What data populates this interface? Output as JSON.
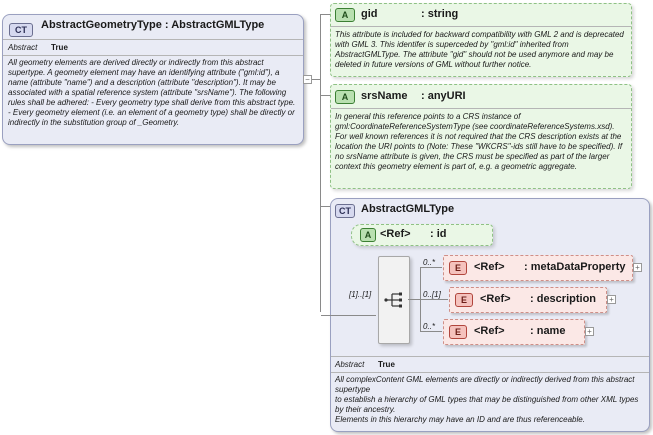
{
  "main_type": {
    "badge": "CT",
    "title": "AbstractGeometryType : AbstractGMLType",
    "abstract_label": "Abstract",
    "abstract_value": "True",
    "description": "All geometry elements are derived directly or indirectly from this abstract supertype. A geometry element may have an identifying attribute (\"gml:id\"), a name (attribute \"name\") and a description (attribute \"description\"). It may be associated with a spatial reference system (attribute \"srsName\"). The following rules shall be adhered: - Every geometry type shall derive from this abstract type. - Every geometry element (i.e. an element of a geometry type) shall be directly or indirectly in the substitution group of _Geometry."
  },
  "attributes": [
    {
      "badge": "A",
      "name": "gid",
      "type": ": string",
      "description": "This attribute is included for backward compatibility with GML 2 and is deprecated with GML 3. This identifer is superceded by \"gml:id\" inherited from AbstractGMLType. The attribute \"gid\" should not be used anymore and may be deleted in future versions of GML without further notice."
    },
    {
      "badge": "A",
      "name": "srsName",
      "type": ": anyURI",
      "description": "In general this reference points to a CRS instance of gml:CoordinateReferenceSystemType (see coordinateReferenceSystems.xsd). For well known references it is not required that the CRS description exists at the location the URI points to (Note: These \"WKCRS\"-ids still have to be specified).  If no srsName attribute is given, the CRS must be specified as part of the larger context this geometry element is part of, e.g. a geometric aggregate."
    }
  ],
  "base_type": {
    "badge": "CT",
    "title": "AbstractGMLType",
    "id_attr": {
      "badge": "A",
      "name": "<Ref>",
      "type": ": id"
    },
    "sequence_multiplicity": "[1]..[1]",
    "elements": [
      {
        "badge": "E",
        "multiplicity": "0..*",
        "name": "<Ref>",
        "type": ": metaDataProperty"
      },
      {
        "badge": "E",
        "multiplicity": "0..[1]",
        "name": "<Ref>",
        "type": ": description"
      },
      {
        "badge": "E",
        "multiplicity": "0..*",
        "name": "<Ref>",
        "type": ": name"
      }
    ],
    "abstract_label": "Abstract",
    "abstract_value": "True",
    "description_lines": [
      "All complexContent GML elements are directly or indirectly derived from this abstract supertype",
      "to establish a hierarchy of GML types that may be distinguished from other XML types by their ancestry.",
      "Elements in this hierarchy may have an ID and are thus referenceable."
    ]
  },
  "expand_glyph": "+",
  "collapse_glyph": "−"
}
